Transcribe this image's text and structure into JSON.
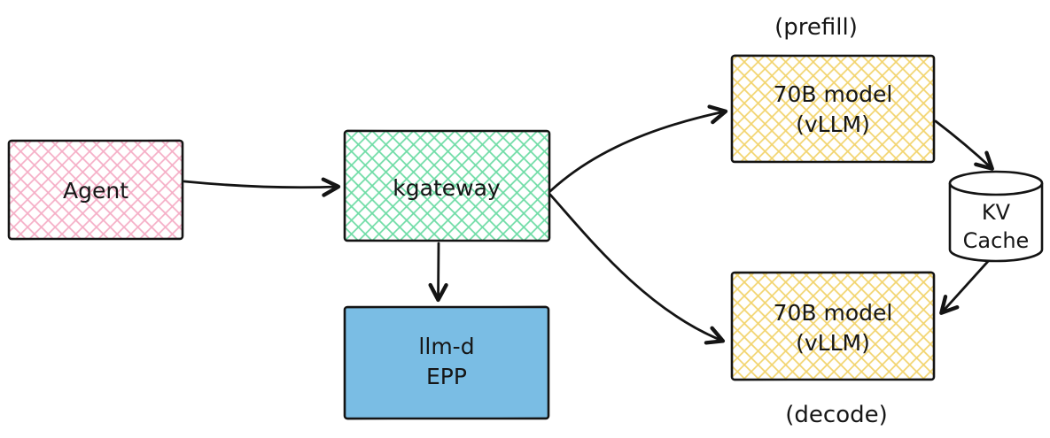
{
  "diagram": {
    "nodes": {
      "agent": {
        "label": "Agent",
        "fill_style": "cross-hatch"
      },
      "kgateway": {
        "label": "kgateway",
        "fill_style": "cross-hatch"
      },
      "epp": {
        "lines": [
          "llm-d",
          "EPP"
        ],
        "fill_style": "solid"
      },
      "prefill_model": {
        "lines": [
          "70B model",
          "(vLLM)"
        ],
        "annotation": "(prefill)",
        "fill_style": "cross-hatch"
      },
      "decode_model": {
        "lines": [
          "70B model",
          "(vLLM)"
        ],
        "annotation": "(decode)",
        "fill_style": "cross-hatch"
      },
      "kv_cache": {
        "lines": [
          "KV",
          "Cache"
        ],
        "shape": "cylinder"
      }
    },
    "edges": [
      {
        "from": "Agent",
        "to": "kgateway"
      },
      {
        "from": "kgateway",
        "to": "llm-d EPP"
      },
      {
        "from": "kgateway",
        "to": "70B model (prefill)"
      },
      {
        "from": "kgateway",
        "to": "70B model (decode)"
      },
      {
        "from": "70B model (prefill)",
        "to": "KV Cache"
      },
      {
        "from": "KV Cache",
        "to": "70B model (decode)"
      }
    ]
  },
  "colors": {
    "agent_hatch": "#f5aec6",
    "kgateway_hatch": "#6edca5",
    "model_hatch": "#f2d46e",
    "epp_fill": "#7abde4",
    "cylinder_fill": "#ffffff",
    "line": "#141414"
  }
}
